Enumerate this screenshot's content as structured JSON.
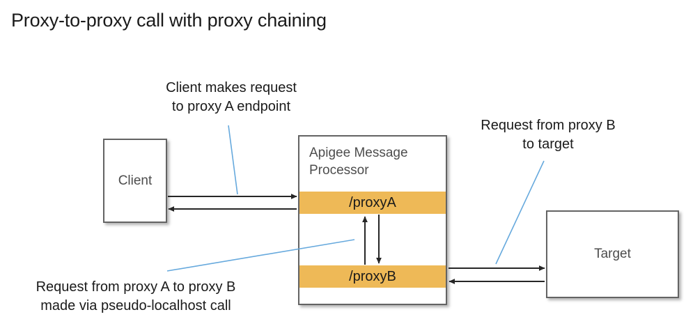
{
  "page": {
    "title": "Proxy-to-proxy call with proxy chaining",
    "background": "#ffffff"
  },
  "colors": {
    "band": "#eeb957",
    "box_border": "#636363",
    "box_text": "#4d4d4d",
    "arrow": "#262626",
    "leader": "#66a9dd",
    "title_text": "#1a1a1a"
  },
  "nodes": {
    "client": {
      "label": "Client"
    },
    "message_processor": {
      "title": "Apigee Message Processor",
      "bands": [
        {
          "label": "/proxyA"
        },
        {
          "label": "/proxyB"
        }
      ]
    },
    "target": {
      "label": "Target"
    }
  },
  "annotations": {
    "client_request": {
      "line1": "Client makes request",
      "line2": "to proxy A endpoint"
    },
    "target_request": {
      "line1": "Request from proxy B",
      "line2": "to target"
    },
    "proxy_chain": {
      "line1": "Request from proxy A to proxy B",
      "line2": "made via pseudo-localhost call"
    }
  },
  "flows": [
    {
      "name": "client-to-proxya-request",
      "direction": "right"
    },
    {
      "name": "proxya-to-client-response",
      "direction": "left"
    },
    {
      "name": "proxya-to-proxyb-request",
      "direction": "down"
    },
    {
      "name": "proxyb-to-proxya-response",
      "direction": "up"
    },
    {
      "name": "proxyb-to-target-request",
      "direction": "right"
    },
    {
      "name": "target-to-proxyb-response",
      "direction": "left"
    }
  ]
}
